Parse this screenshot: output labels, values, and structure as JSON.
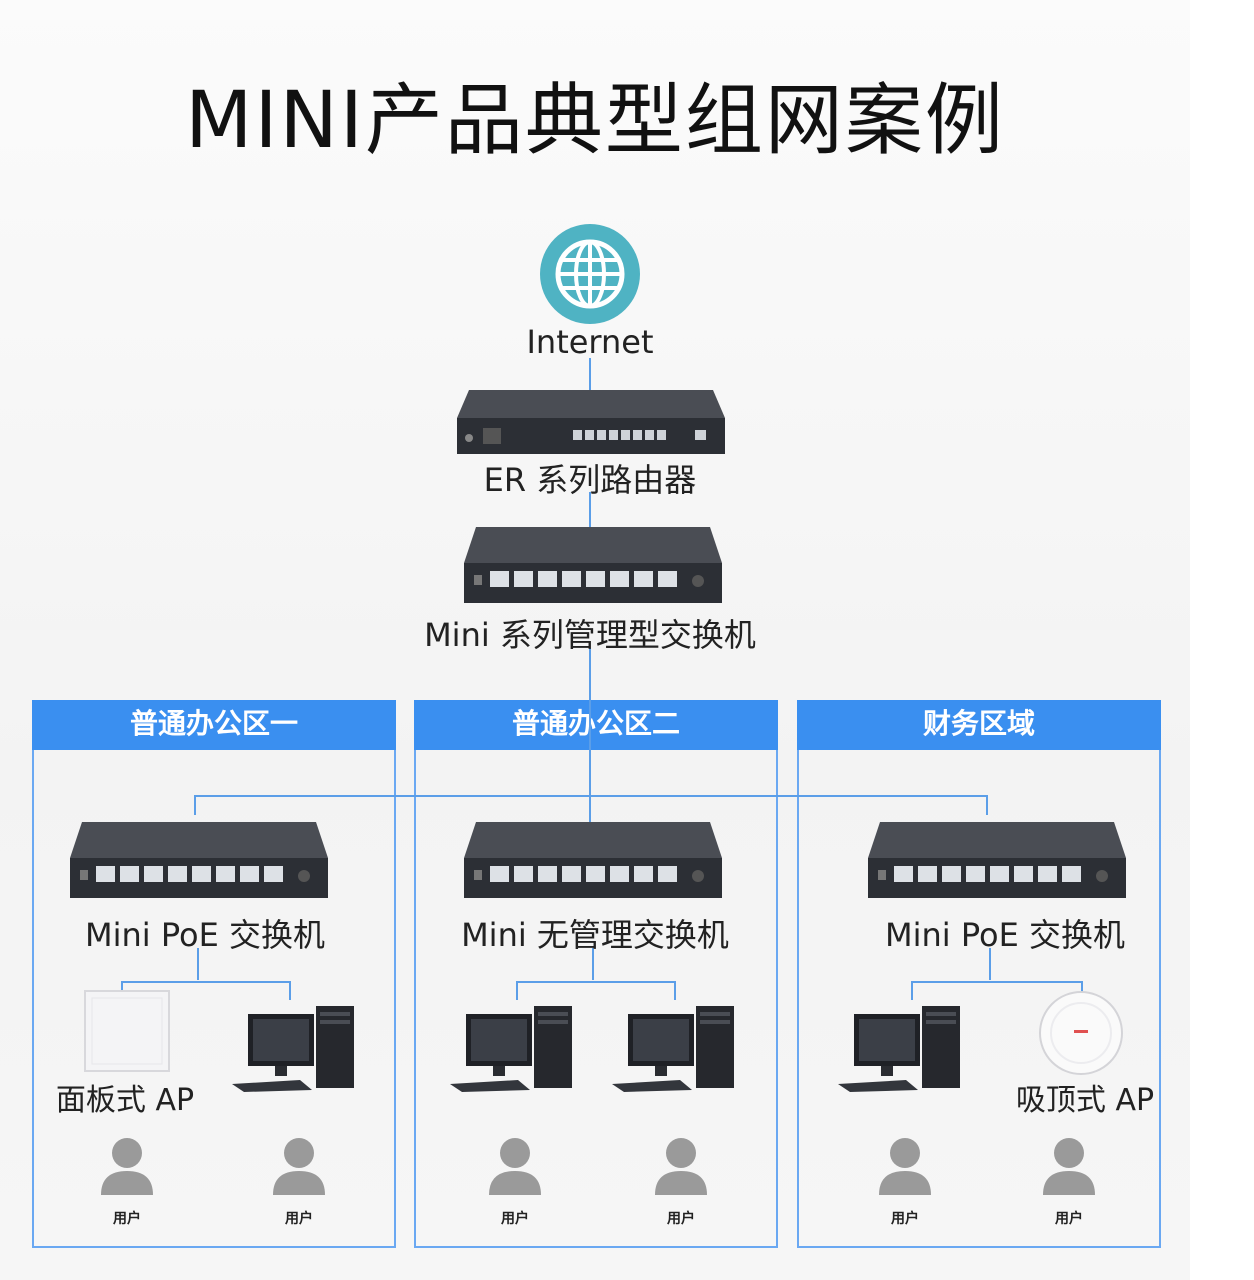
{
  "title": "MINI产品典型组网案例",
  "nodes": {
    "internet": "Internet",
    "router": "ER 系列路由器",
    "core_switch": "Mini 系列管理型交换机"
  },
  "zones": [
    {
      "name": "普通办公区一",
      "switch": "Mini PoE 交换机",
      "device_label": "面板式 AP"
    },
    {
      "name": "普通办公区二",
      "switch": "Mini 无管理交换机"
    },
    {
      "name": "财务区域",
      "switch": "Mini PoE 交换机",
      "device_label": "吸顶式 AP"
    }
  ],
  "user_label": "用户",
  "colors": {
    "accent": "#3a8ff0",
    "zone_border": "#6aa8f2",
    "line": "#5b9ee8",
    "globe": "#4fb3c3",
    "device": "#2c2f35",
    "user": "#9a9a9a"
  }
}
